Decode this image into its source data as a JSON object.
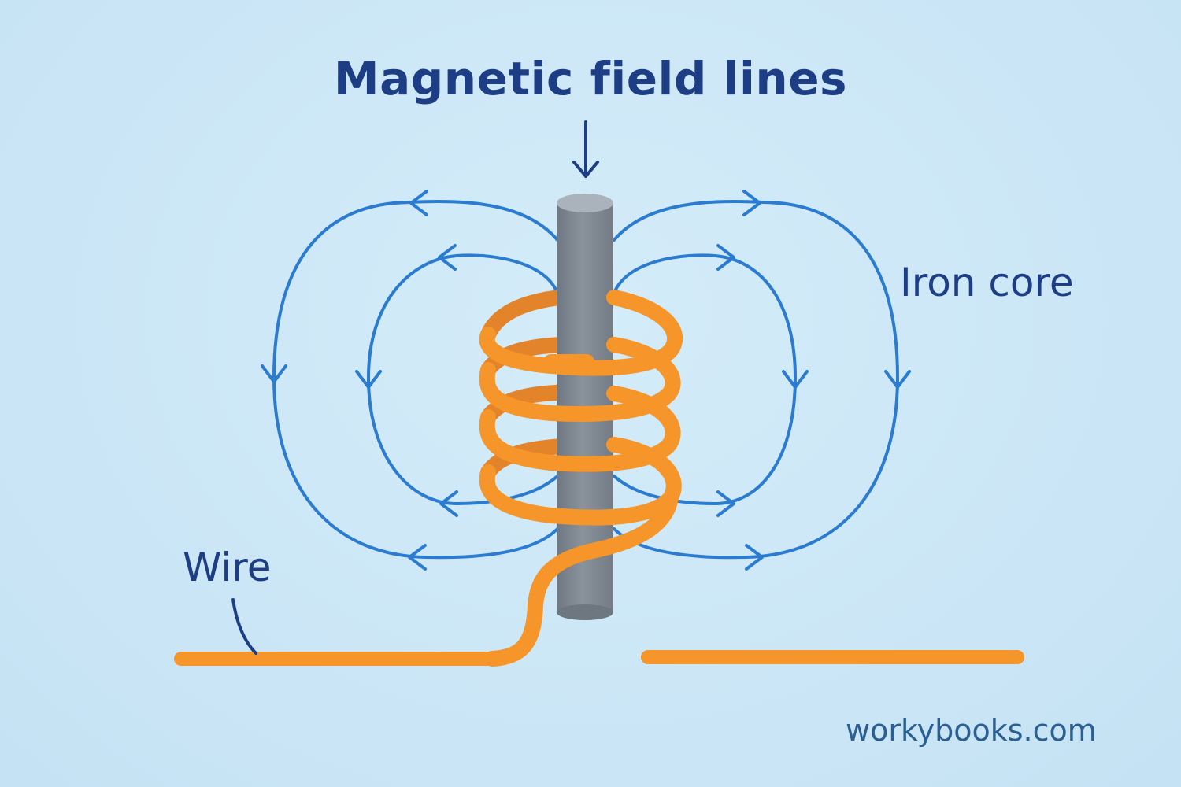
{
  "labels": {
    "title": "Magnetic field lines",
    "iron_core": "Iron core",
    "wire": "Wire"
  },
  "watermark": "workybooks.com",
  "colors": {
    "background": "#cbe6f6",
    "text": "#1d3e84",
    "field_lines": "#2b7bd0",
    "wire": "#f5952a",
    "iron_core": "#7d8590"
  },
  "icons": {
    "pointer": "down-arrow-icon"
  }
}
